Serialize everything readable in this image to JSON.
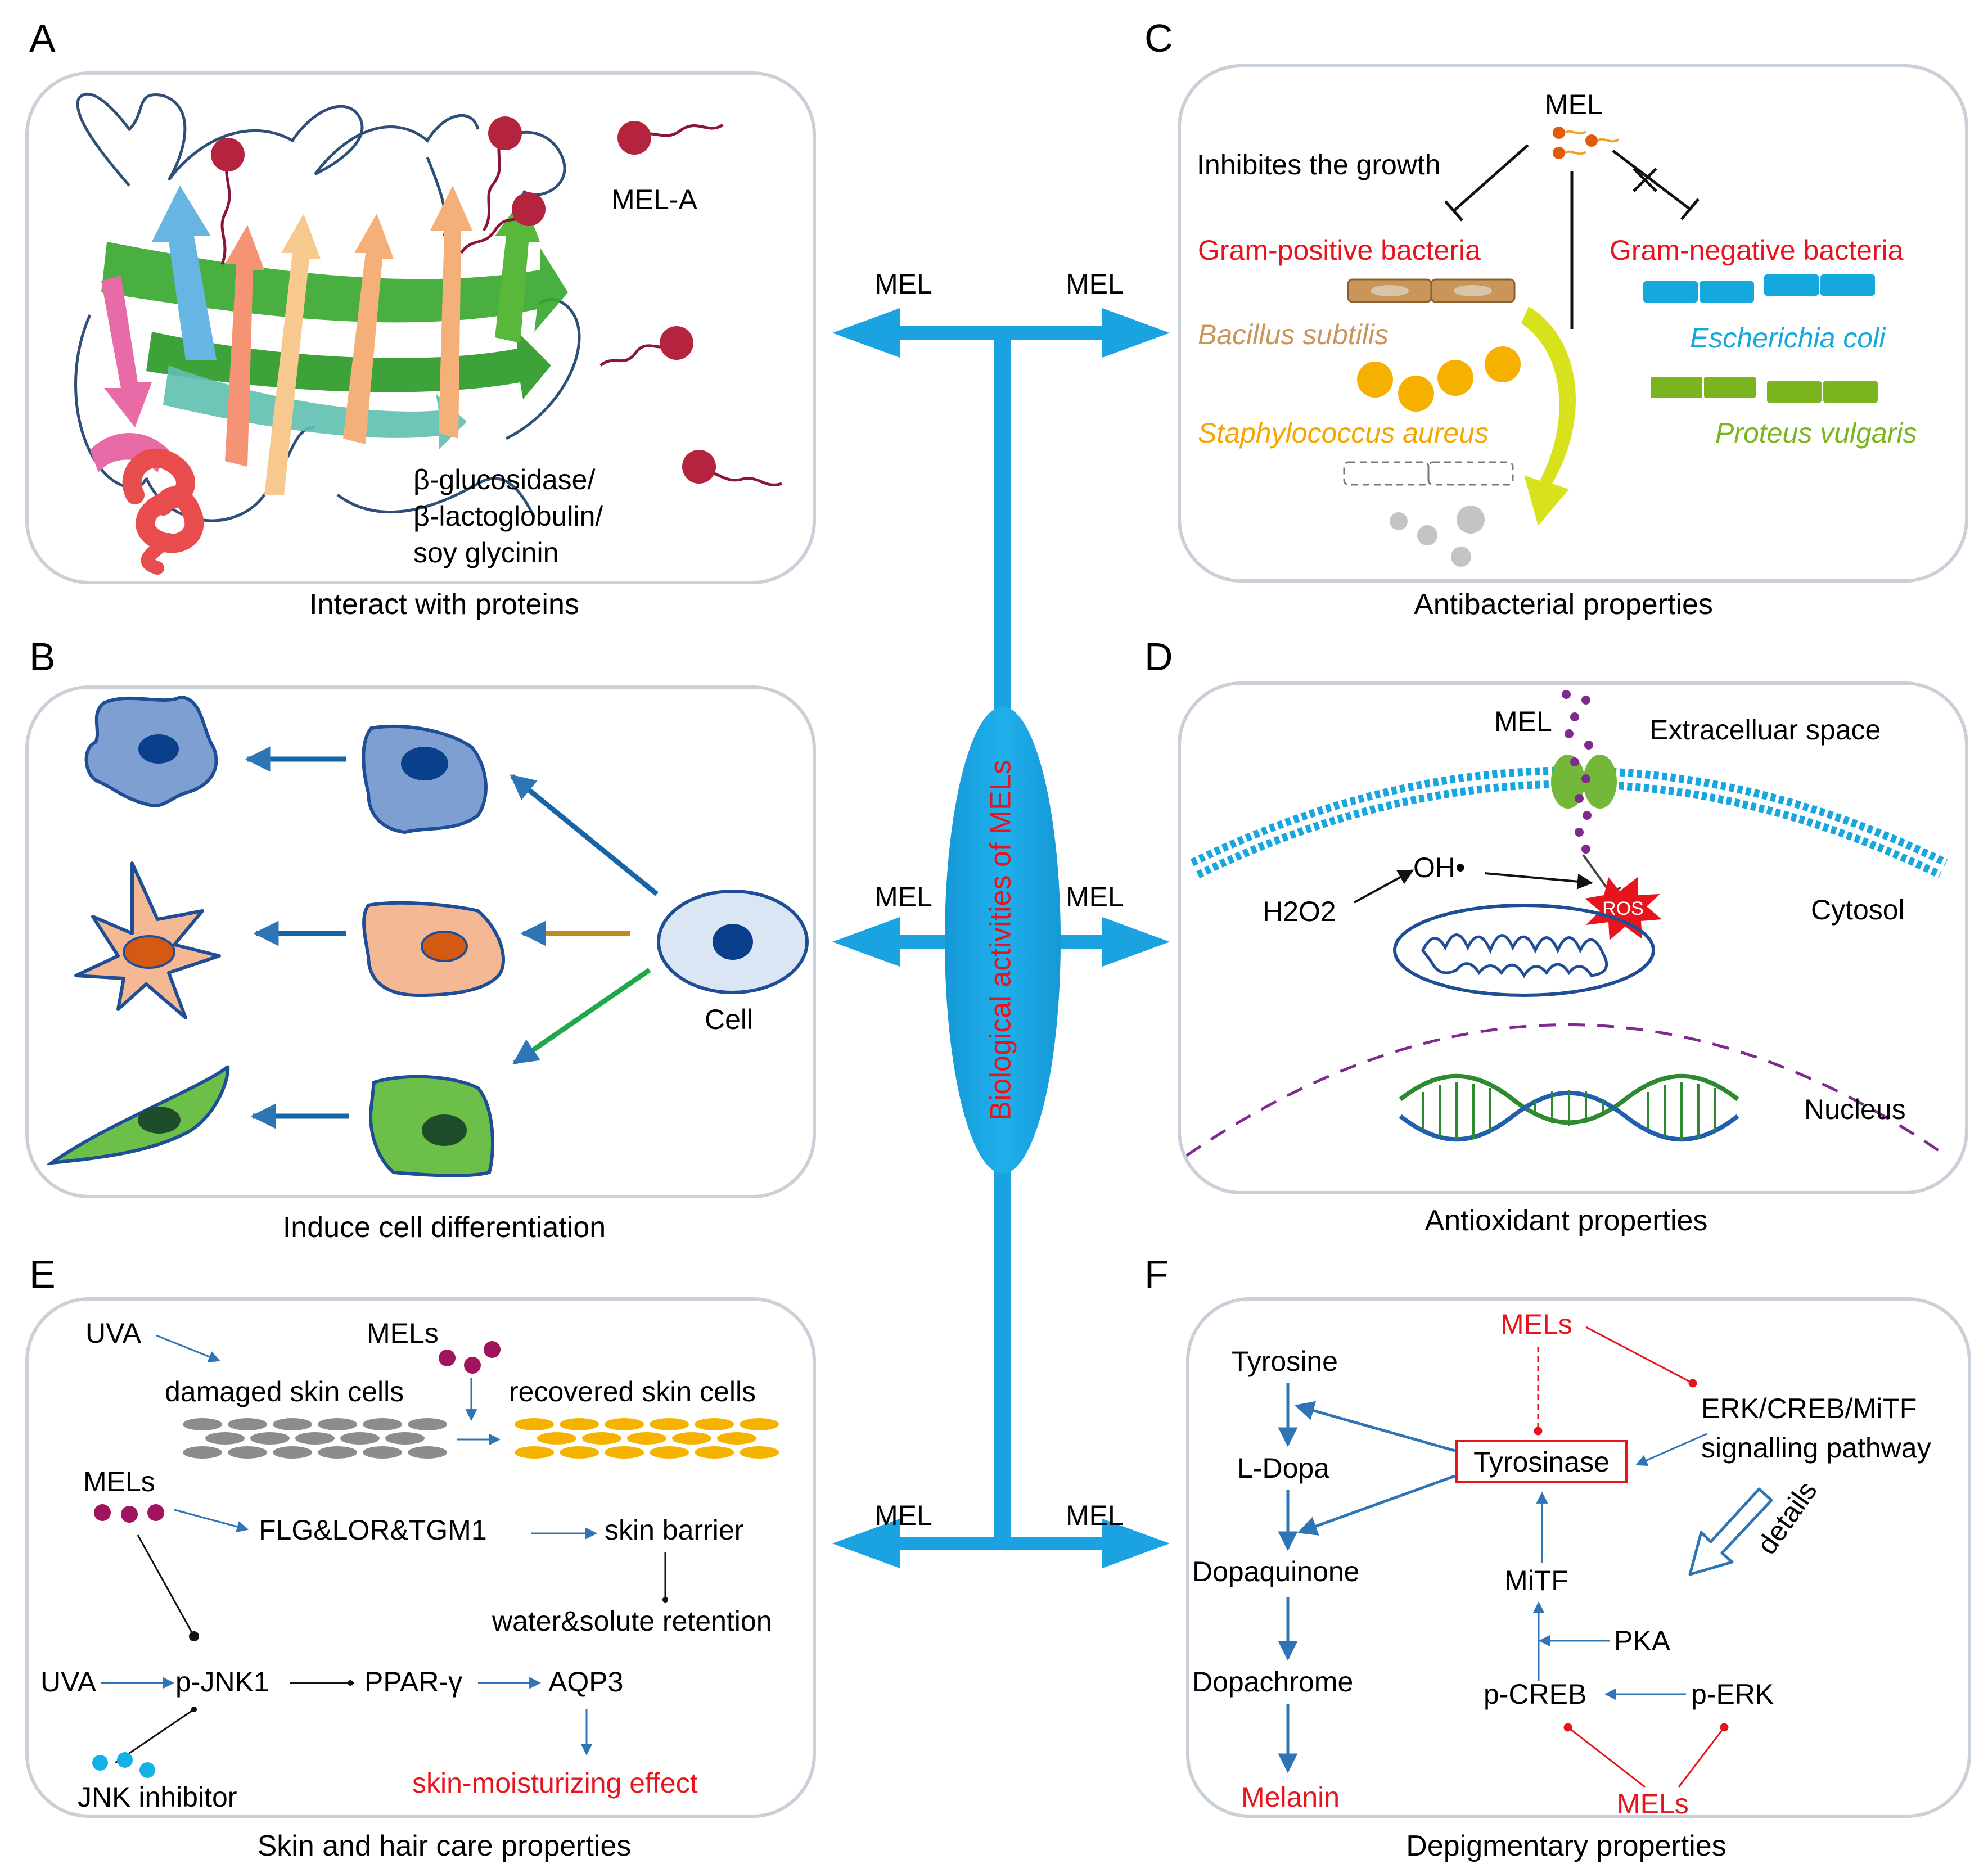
{
  "colors": {
    "axis": "#1aa3e0",
    "red": "#e8141d",
    "pathway": "#2e75b6",
    "mel_dot": "#a0145e",
    "bacillus": "#c9955a",
    "staph": "#f5a600",
    "ecoli": "#14a8dc",
    "proteus": "#7ab51d",
    "cell_blue": "#7d9fd1",
    "cell_orange": "#f5b895",
    "cell_green": "#6cc04a"
  },
  "center": {
    "title": "Biological activities of MELs",
    "arrow_label": "MEL"
  },
  "panels": {
    "A": {
      "letter": "A",
      "caption": "Interact with proteins",
      "ligand": "MEL-A",
      "protein_lines": [
        "β-glucosidase/",
        "β-lactoglobulin/",
        "soy glycinin"
      ]
    },
    "B": {
      "letter": "B",
      "caption": "Induce cell differentiation",
      "cell_label": "Cell"
    },
    "C": {
      "letter": "C",
      "caption": "Antibacterial properties",
      "mel": "MEL",
      "inhibit": "Inhibites the growth",
      "gram_pos": "Gram-positive bacteria",
      "gram_neg": "Gram-negative bacteria",
      "bacillus": "Bacillus subtilis",
      "staph": "Staphylococcus aureus",
      "ecoli": "Escherichia coli",
      "proteus": "Proteus vulgaris"
    },
    "D": {
      "letter": "D",
      "caption": "Antioxidant properties",
      "mel": "MEL",
      "extracellular": "Extracelluar space",
      "h2o2": "H2O2",
      "oh": "OH•",
      "ros": "ROS",
      "cytosol": "Cytosol",
      "nucleus": "Nucleus"
    },
    "E": {
      "letter": "E",
      "caption": "Skin and hair care properties",
      "uva": "UVA",
      "mels": "MELs",
      "damaged": "damaged skin cells",
      "recovered": "recovered skin cells",
      "genes": "FLG&LOR&TGM1",
      "barrier": "skin barrier",
      "retention": "water&solute retention",
      "pjnk1": "p-JNK1",
      "ppar": "PPAR-γ",
      "aqp3": "AQP3",
      "jnk_inhibitor": "JNK inhibitor",
      "effect": "skin-moisturizing effect"
    },
    "F": {
      "letter": "F",
      "caption": "Depigmentary properties",
      "mels": "MELs",
      "tyrosine": "Tyrosine",
      "ldopa": "L-Dopa",
      "dopaquinone": "Dopaquinone",
      "dopachrome": "Dopachrome",
      "melanin": "Melanin",
      "tyrosinase": "Tyrosinase",
      "erk1": "ERK/CREB/MiTF",
      "erk2": "signalling pathway",
      "details": "details",
      "mitf": "MiTF",
      "pka": "PKA",
      "pcreb": "p-CREB",
      "perk": "p-ERK"
    }
  }
}
